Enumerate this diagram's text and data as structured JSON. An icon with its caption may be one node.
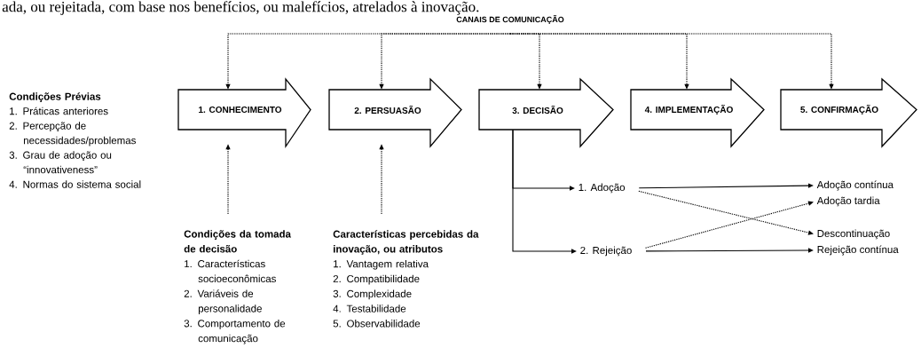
{
  "diagram": {
    "nodes": [
      {
        "text": [
          "CANAIS DE COMUNICAÇÃO"
        ]
      },
      {
        "text": [
          "1. CONHECIMENTO"
        ]
      },
      {
        "text": [
          "2. PERSUASÃO"
        ]
      },
      {
        "text": [
          "3. DECISÃO"
        ]
      },
      {
        "text": [
          "4. IMPLEMENTAÇÃO"
        ]
      },
      {
        "text": [
          "5. CONFIRMAÇÃO"
        ]
      },
      {
        "text": [
          "Condições da tomada de decisão",
          "1. Características socioeconômicas",
          "2. Variáveis de personalidade",
          "3. Comportamento de comunicação"
        ]
      },
      {
        "text": [
          "Características percebidas da inovação, ou atributos",
          "1. Vantagem relativa",
          "2. Compatibilidade",
          "3. Complexidade",
          "4. Testabilidade",
          "5. Observabilidade"
        ]
      },
      {
        "text": [
          "1. Adoção"
        ]
      },
      {
        "text": [
          "2. Rejeição"
        ]
      },
      {
        "text": [
          "Adoção contínua"
        ]
      },
      {
        "text": [
          "Adoção tardia"
        ]
      },
      {
        "text": [
          "Descontinuação"
        ]
      },
      {
        "text": [
          "Rejeição contínua"
        ]
      }
    ],
    "edges": [
      {
        "from": 0,
        "to": 1,
        "arrow": "to",
        "style": "dashed"
      },
      {
        "from": 0,
        "to": 2,
        "arrow": "to",
        "style": "dashed"
      },
      {
        "from": 0,
        "to": 3,
        "arrow": "to",
        "style": "dashed"
      },
      {
        "from": 0,
        "to": 4,
        "arrow": "to",
        "style": "dashed"
      },
      {
        "from": 0,
        "to": 5,
        "arrow": "to",
        "style": "dashed"
      },
      {
        "from": 6,
        "to": 1,
        "arrow": "to",
        "style": "dashed"
      },
      {
        "from": 7,
        "to": 2,
        "arrow": "to",
        "style": "dashed"
      },
      {
        "from": 3,
        "to": 8,
        "arrow": "to"
      },
      {
        "from": 3,
        "to": 9,
        "arrow": "to"
      },
      {
        "from": 8,
        "to": 10,
        "arrow": "to"
      },
      {
        "from": 8,
        "to": 12,
        "arrow": "to",
        "style": "dashed"
      },
      {
        "from": 9,
        "to": 11,
        "arrow": "to",
        "style": "dashed"
      },
      {
        "from": 9,
        "to": 13,
        "arrow": "to"
      }
    ],
    "labels": [
      "ada, ou rejeitada, com base nos benefícios, ou malefícios, atrelados à inovação.",
      "Condições Prévias",
      "1. Práticas anteriores",
      "2. Percepção de necessidades/problemas",
      "3. Grau de adoção ou “innovativeness”",
      "4. Normas do sistema social"
    ]
  }
}
